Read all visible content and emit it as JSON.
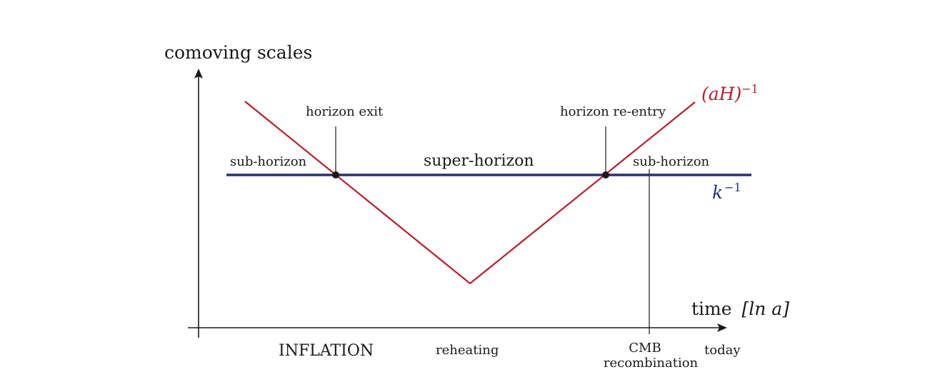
{
  "axes": {
    "y_label": "comoving scales",
    "x_label_text": "time",
    "x_label_bracket": "[ln a]"
  },
  "curves": {
    "hubble_radius": {
      "label": "(aH)",
      "exponent": "−1",
      "color": "#b41f2e"
    },
    "scale": {
      "label": "k",
      "exponent": "−1",
      "color": "#26307a"
    }
  },
  "regions": {
    "sub_horizon_left": "sub-horizon",
    "super_horizon": "super-horizon",
    "sub_horizon_right": "sub-horizon"
  },
  "events": {
    "horizon_exit": "horizon exit",
    "horizon_reentry": "horizon re-entry"
  },
  "timeline": {
    "inflation": "INFLATION",
    "reheating": "reheating",
    "cmb_line1": "CMB",
    "cmb_line2": "recombination",
    "today": "today"
  },
  "colors": {
    "axis": "#1a1a1a",
    "dot": "#1a1a1a"
  }
}
